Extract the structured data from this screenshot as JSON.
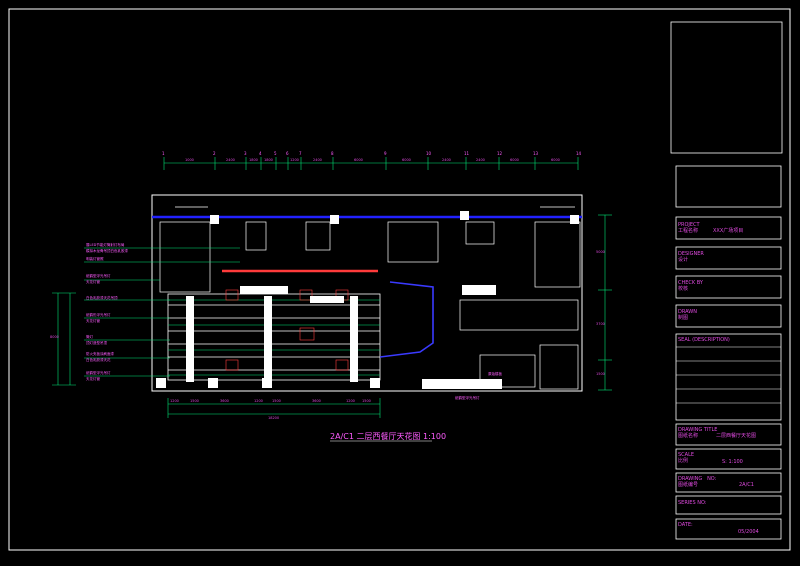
{
  "drawing": {
    "title": "2A/C1 二层西餐厅天花图 1:100",
    "top_dims": [
      "1000",
      "2400",
      "1800",
      "1800",
      "1200",
      "2400",
      "6000",
      "6000",
      "2400",
      "2400",
      "6000",
      "6000"
    ],
    "bottom_dims": [
      "1200",
      "1500",
      "3600",
      "1200",
      "1500",
      "3600",
      "1200",
      "1500"
    ],
    "bottom_total": "18200",
    "right_dims": [
      "5000",
      "3700",
      "1500"
    ],
    "left_total": "8000",
    "annotations_left": [
      "展LED节能灯筒射灯布局",
      "模拟木龙骨吊顶白色乳胶漆",
      "明装灯管照",
      "纸鹤型浮光吊灯",
      "天花灯管",
      "白色乳胶漆天花吊顶",
      "纸鹤形浮光吊灯",
      "天花灯管",
      "筒灯",
      "顶灯造型吊顶",
      "防火夹板涂刷面漆",
      "白色乳胶漆天花",
      "纸鹤型浮光吊灯",
      "天花灯管"
    ],
    "annotation_bottom": "纸鹤型浮光吊灯",
    "annotation_right": "原始楼板"
  },
  "title_block": {
    "project_label": "PROJECT\n工程名称",
    "project_value": "XXX广场项目",
    "designer_label": "DESIGNER\n设计",
    "check_label": "CHECK BY\n校核",
    "drawn_label": "DRAWN\n制图",
    "seal_label": "SEAL (DESCRIPTION)",
    "drawing_title_label": "DRAWING TITLE\n图纸名称",
    "drawing_title_value": "二层西餐厅天花图",
    "scale_label": "SCALE\n比例",
    "scale_value": "S:   1:100",
    "drawing_no_label": "DRAWING   NO:\n图纸编号",
    "drawing_no_value": "2A/C1",
    "series_label": "SERIES NO:",
    "date_label": "DATE:",
    "date_value": "05/2004"
  }
}
